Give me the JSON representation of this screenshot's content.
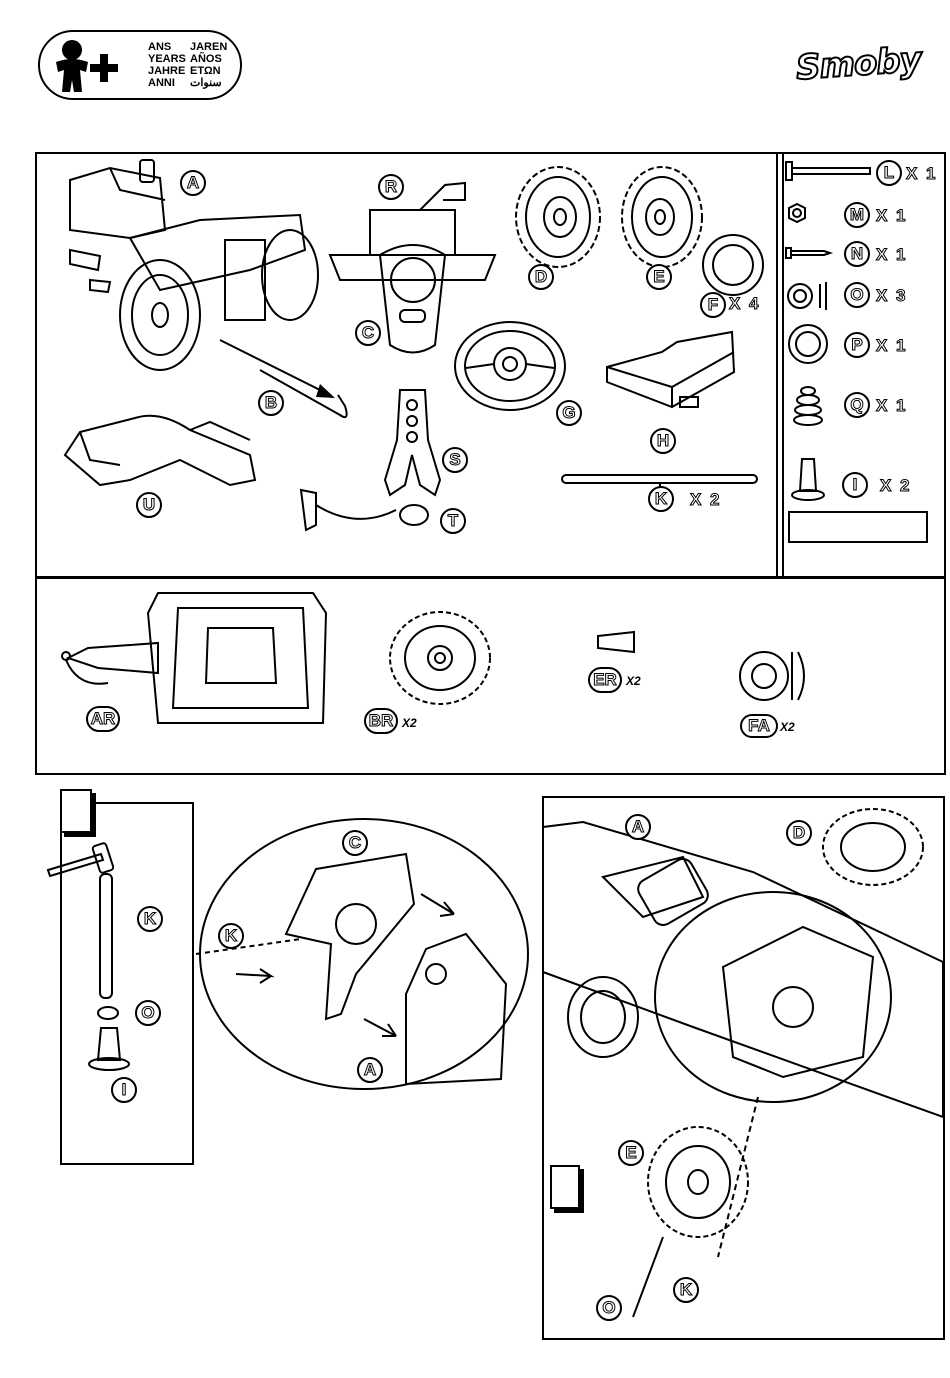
{
  "header": {
    "age_words_left": [
      "ANS",
      "YEARS",
      "JAHRE",
      "ANNI"
    ],
    "age_words_right": [
      "JAREN",
      "AÑOS",
      "ΕΤΩΝ",
      "سنوات"
    ],
    "brand": "Smoby"
  },
  "parts_main": {
    "labels": [
      "A",
      "R",
      "D",
      "E",
      "F",
      "C",
      "G",
      "H",
      "B",
      "S",
      "U",
      "K",
      "T"
    ],
    "f_qty": "X 4",
    "k_qty": "X 2"
  },
  "parts_side": [
    {
      "letter": "L",
      "qty": "X 1"
    },
    {
      "letter": "M",
      "qty": "X 1"
    },
    {
      "letter": "N",
      "qty": "X 1"
    },
    {
      "letter": "O",
      "qty": "X 3"
    },
    {
      "letter": "P",
      "qty": "X 1"
    },
    {
      "letter": "Q",
      "qty": "X 1"
    },
    {
      "letter": "I",
      "qty": "X 2"
    }
  ],
  "trailer_parts": [
    {
      "letter": "AR",
      "qty": ""
    },
    {
      "letter": "BR",
      "qty": "X2"
    },
    {
      "letter": "ER",
      "qty": "X2"
    },
    {
      "letter": "FA",
      "qty": "X2"
    }
  ],
  "step1": {
    "labels": [
      "K",
      "O",
      "I"
    ],
    "zoom_labels": [
      "C",
      "K",
      "A"
    ]
  },
  "step2": {
    "labels": [
      "A",
      "D",
      "E",
      "K",
      "O"
    ]
  }
}
